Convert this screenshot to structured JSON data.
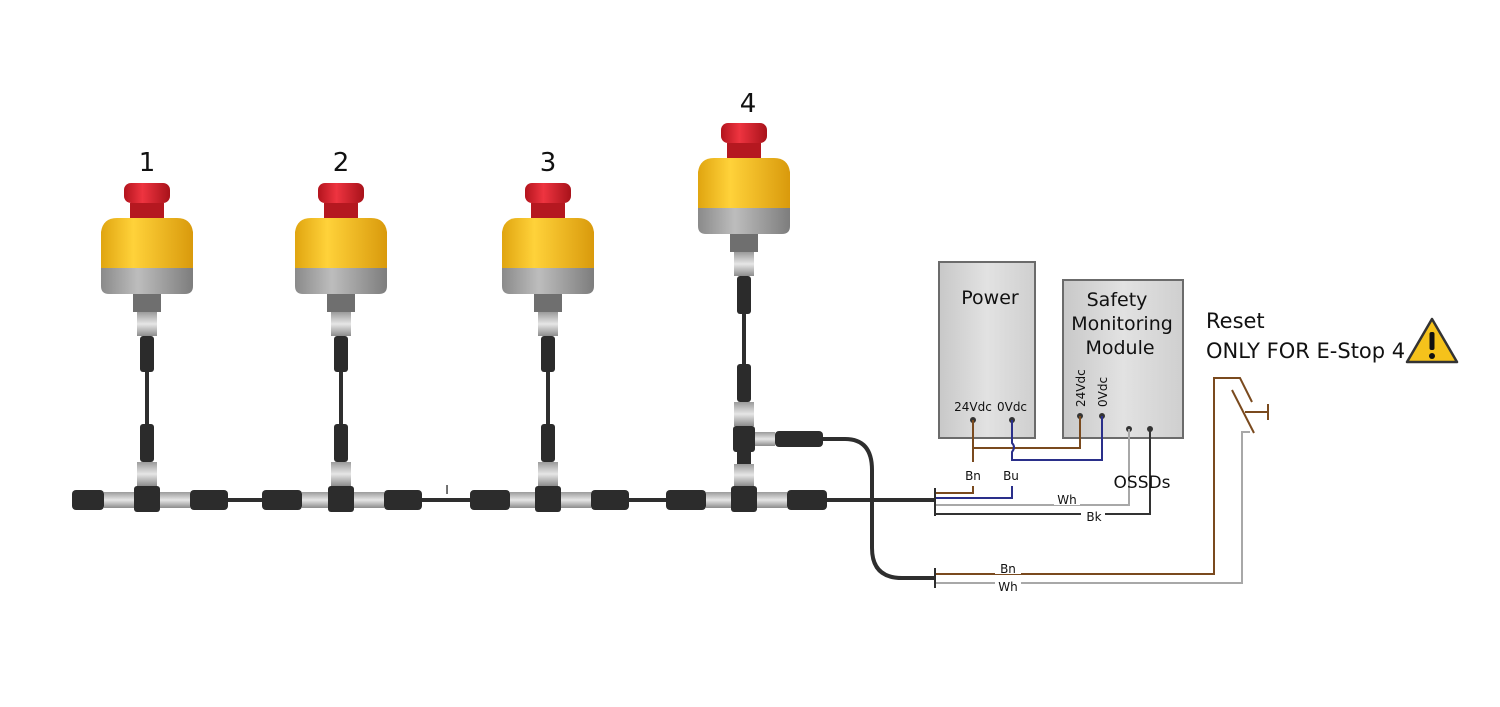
{
  "estops": [
    {
      "number": "1"
    },
    {
      "number": "2"
    },
    {
      "number": "3"
    },
    {
      "number": "4"
    }
  ],
  "power": {
    "title": "Power",
    "terminal_24": "24Vdc",
    "terminal_0": "0Vdc"
  },
  "safety_module": {
    "title_line1": "Safety",
    "title_line2": "Monitoring",
    "title_line3": "Module",
    "terminal_24": "24Vdc",
    "terminal_0": "0Vdc"
  },
  "wires": {
    "bn": "Bn",
    "bu": "Bu",
    "wh": "Wh",
    "bk": "Bk",
    "bn2": "Bn",
    "wh2": "Wh",
    "ossds": "OSSDs",
    "cable_mark": "I"
  },
  "reset": {
    "line1": "Reset",
    "line2": "ONLY FOR E-Stop 4",
    "warning_icon": "warning-triangle-icon"
  },
  "colors": {
    "estop_yellow": "#f5c21b",
    "estop_red": "#d9232d",
    "brown_wire": "#7a4a1e",
    "blue_wire": "#2a2f8a",
    "gray_wire": "#a8a8a8",
    "black_wire": "#333333"
  }
}
